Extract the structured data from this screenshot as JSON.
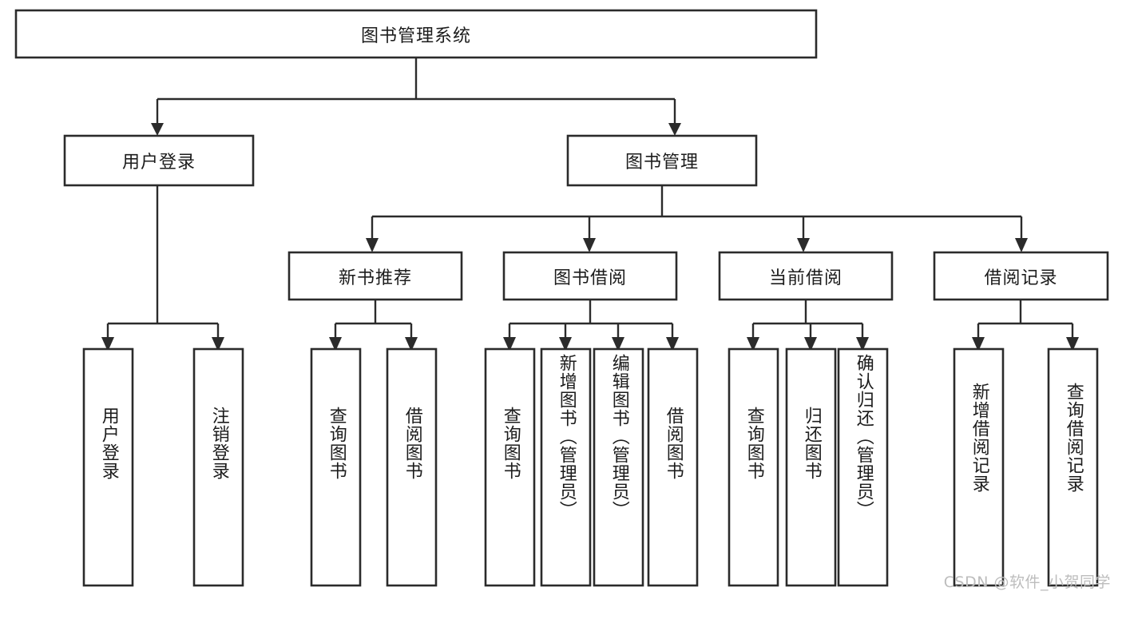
{
  "diagram": {
    "type": "hierarchy-tree",
    "title": "图书管理系统",
    "orientation": "top-down",
    "watermark": "CSDN @软件_小贺同学",
    "colors": {
      "box_stroke": "#2b2b2b",
      "box_fill": "#ffffff",
      "connector": "#2b2b2b",
      "text": "#1c1c1c",
      "watermark": "#bdbdbd",
      "background": "#ffffff"
    },
    "root": {
      "id": "root",
      "label": "图书管理系统"
    },
    "level1": [
      {
        "id": "user-login",
        "label": "用户登录"
      },
      {
        "id": "book-manage",
        "label": "图书管理"
      }
    ],
    "level2": [
      {
        "id": "new-book-rec",
        "label": "新书推荐",
        "parent": "book-manage"
      },
      {
        "id": "book-borrow",
        "label": "图书借阅",
        "parent": "book-manage"
      },
      {
        "id": "current-borrow",
        "label": "当前借阅",
        "parent": "book-manage"
      },
      {
        "id": "borrow-record",
        "label": "借阅记录",
        "parent": "book-manage"
      }
    ],
    "leaves": {
      "user-login": [
        {
          "id": "leaf-user-login",
          "label": "用户登录"
        },
        {
          "id": "leaf-user-logout",
          "label": "注销登录"
        }
      ],
      "new-book-rec": [
        {
          "id": "leaf-query-book-1",
          "label": "查询图书"
        },
        {
          "id": "leaf-borrow-book-1",
          "label": "借阅图书"
        }
      ],
      "book-borrow": [
        {
          "id": "leaf-query-book-2",
          "label": "查询图书"
        },
        {
          "id": "leaf-add-book",
          "label": "新增图书（管理员）"
        },
        {
          "id": "leaf-edit-book",
          "label": "编辑图书（管理员）"
        },
        {
          "id": "leaf-borrow-book-2",
          "label": "借阅图书"
        }
      ],
      "current-borrow": [
        {
          "id": "leaf-query-book-3",
          "label": "查询图书"
        },
        {
          "id": "leaf-return-book",
          "label": "归还图书"
        },
        {
          "id": "leaf-confirm-return",
          "label": "确认归还（管理员）"
        }
      ],
      "borrow-record": [
        {
          "id": "leaf-add-record",
          "label": "新增借阅记录"
        },
        {
          "id": "leaf-query-record",
          "label": "查询借阅记录"
        }
      ]
    }
  }
}
